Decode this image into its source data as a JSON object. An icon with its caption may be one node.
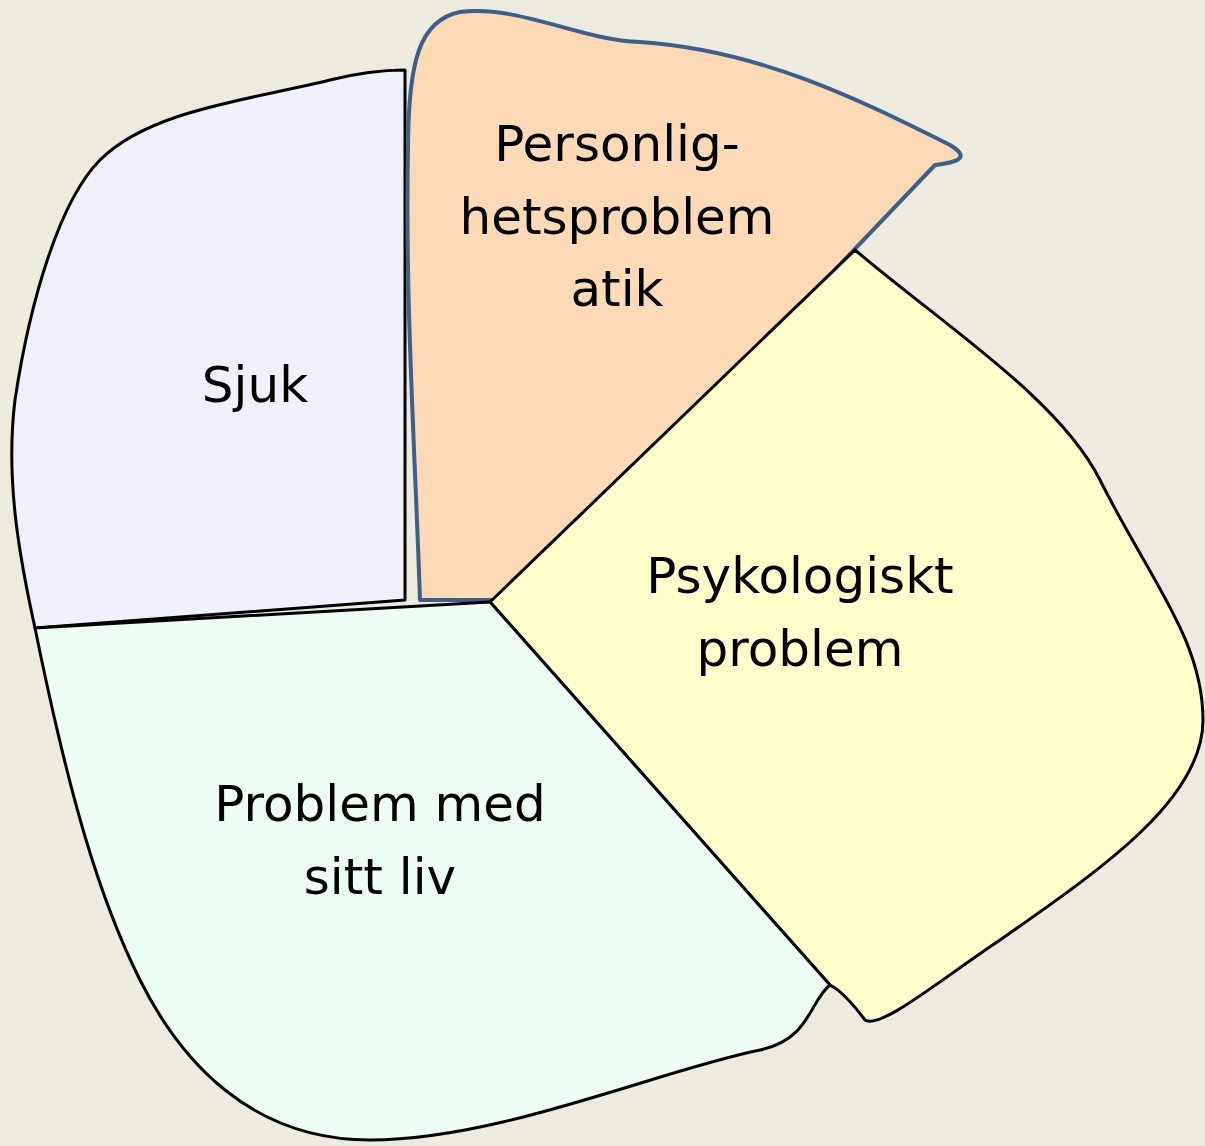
{
  "diagram": {
    "nodes": [
      {
        "text": [
          "Sjuk"
        ]
      },
      {
        "text": [
          "Personlig- hetsproblem atik"
        ]
      },
      {
        "text": [
          "Psykologiskt problem"
        ]
      },
      {
        "text": [
          "Problem med sitt liv"
        ]
      }
    ],
    "edges": []
  }
}
